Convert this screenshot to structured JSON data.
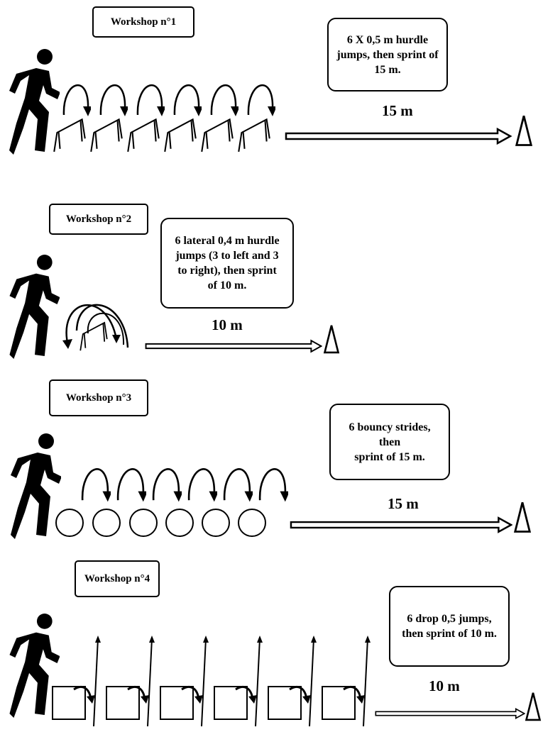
{
  "workshops": [
    {
      "title": "Workshop n°1",
      "description": "6 X 0,5 m hurdle\njumps, then sprint of\n15 m.",
      "distance": "15 m"
    },
    {
      "title": "Workshop n°2",
      "description": "6 lateral 0,4 m hurdle\njumps (3 to left and 3\nto right), then sprint\nof 10 m.",
      "distance": "10 m"
    },
    {
      "title": "Workshop n°3",
      "description": "6 bouncy strides, then\nsprint of 15 m.",
      "distance": "15 m"
    },
    {
      "title": "Workshop n°4",
      "description": "6 drop 0,5 jumps,\nthen sprint of 10 m.",
      "distance": "10 m"
    }
  ],
  "colors": {
    "ink": "#000000",
    "background": "#ffffff"
  },
  "icons": [
    "runner-icon",
    "hurdle-icon",
    "jump-arrow-icon",
    "ring-icon",
    "box-icon",
    "up-arrow-icon",
    "sprint-arrow-icon",
    "cone-icon"
  ]
}
